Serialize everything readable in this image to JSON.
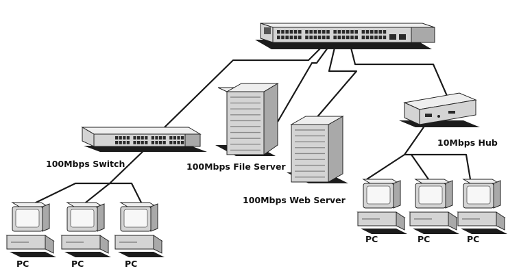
{
  "labels": {
    "switch": "100Mbps Switch",
    "file_server": "100Mbps File Server",
    "web_server": "100Mbps Web Server",
    "hub": "10Mbps Hub",
    "pc": "PC"
  },
  "pcs_left": [
    "PC",
    "PC",
    "PC"
  ],
  "pcs_right": [
    "PC",
    "PC",
    "PC"
  ],
  "colors": {
    "cable": "#1a1a1a",
    "device_light": "#eeeeee",
    "device_mid": "#d4d4d4",
    "device_dark": "#a9a9a9"
  }
}
